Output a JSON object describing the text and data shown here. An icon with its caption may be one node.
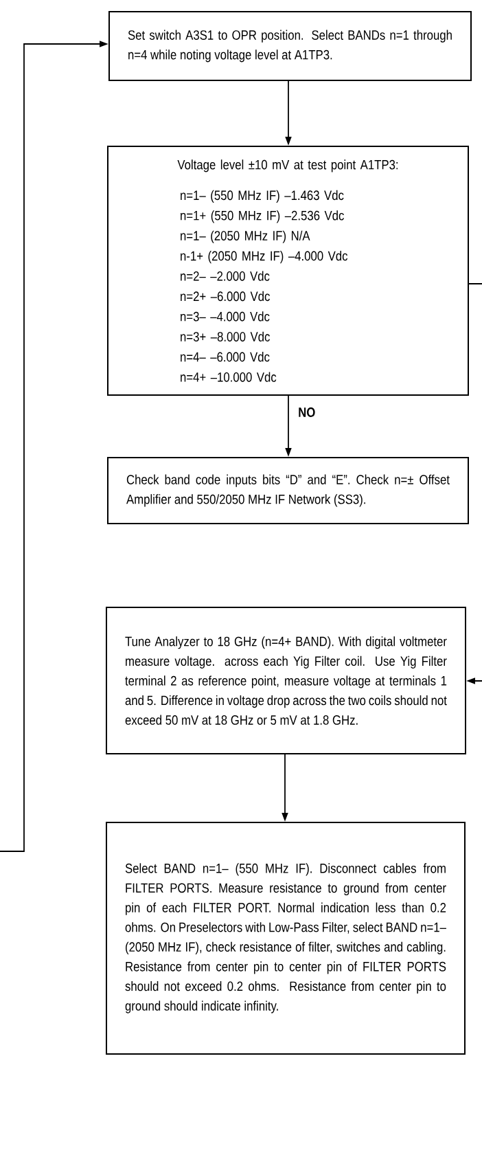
{
  "diagram": {
    "nodes": [
      {
        "text": [
          "Set switch A3S1 to OPR position. Select BANDs n=1 through n=4 while noting voltage level at A1TP3."
        ]
      },
      {
        "text": [
          "Voltage level ±10 mV at test point A1TP3:",
          "n=1–  (550 MHz IF) –1.463 Vdc",
          "n=1+  (550 MHz IF) –2.536 Vdc",
          "n=1–  (2050 MHz IF) N/A",
          "n-1+  (2050 MHz IF) –4.000 Vdc",
          "n=2–  –2.000 Vdc",
          "n=2+  –6.000 Vdc",
          "n=3–  –4.000 Vdc",
          "n=3+  –8.000 Vdc",
          "n=4–  –6.000 Vdc",
          "n=4+  –10.000 Vdc"
        ]
      },
      {
        "text": [
          "Check band code inputs bits “D” and “E”. Check n=± Offset Amplifier and 550/2050 MHz IF Network (SS3)."
        ]
      },
      {
        "text": [
          "Tune Analyzer to 18 GHz (n=4+ BAND). With digital voltmeter measure voltage. across each Yig Filter coil. Use Yig Filter terminal 2 as reference point, measure voltage at terminals 1 and 5. Difference in voltage drop across the two coils should not exceed 50 mV at 18 GHz or 5 mV at 1.8 GHz."
        ]
      },
      {
        "text": [
          "Select BAND n=1– (550 MHz IF). Disconnect cables from FILTER PORTS. Measure resistance to ground from center pin of each FILTER PORT. Normal indication less than 0.2 ohms. On Preselectors with Low-Pass Filter, select BAND n=1– (2050 MHz IF), check resistance of filter, switches and cabling. Resistance from center pin to center pin of FILTER PORTS should not exceed 0.2 ohms. Resistance from center pin to ground should indicate infinity."
        ]
      }
    ],
    "edges": [
      {
        "from": null,
        "to": 0,
        "arrow": "to"
      },
      {
        "from": 0,
        "to": 1,
        "arrow": "to"
      },
      {
        "from": 1,
        "to": 2,
        "arrow": "to",
        "label": "NO"
      },
      {
        "from": 1,
        "to": null,
        "arrow": "none"
      },
      {
        "from": null,
        "to": 3,
        "arrow": "to"
      },
      {
        "from": 3,
        "to": 4,
        "arrow": "to"
      }
    ]
  }
}
